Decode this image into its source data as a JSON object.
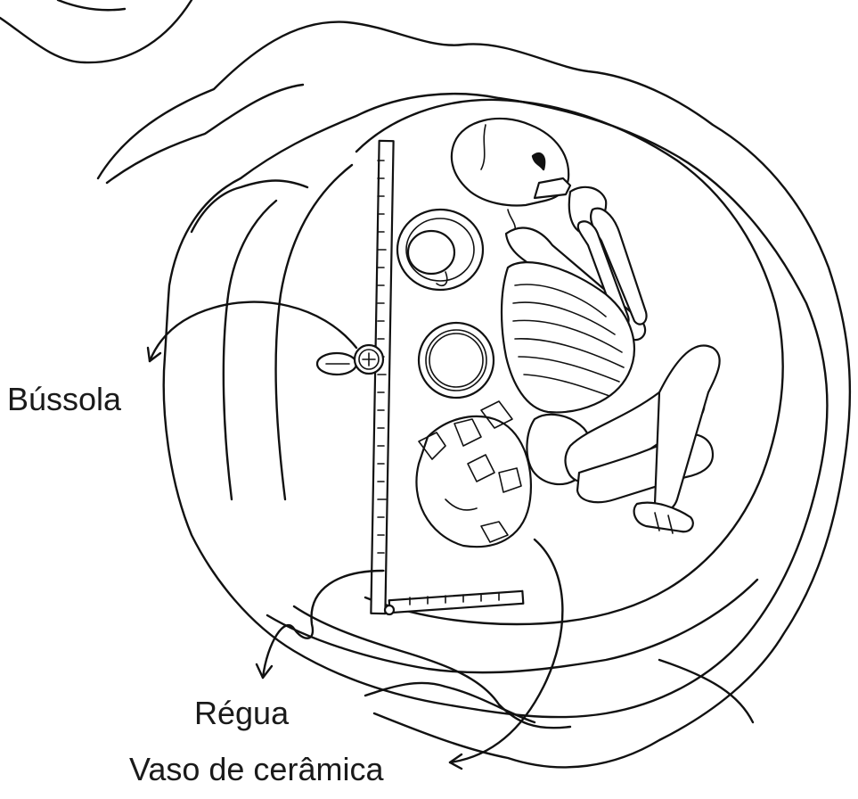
{
  "labels": {
    "compass": "Bússola",
    "ruler": "Régua",
    "ceramic_vessel": "Vaso de cerâmica"
  },
  "colors": {
    "ink": "#111111",
    "background": "#ffffff"
  }
}
